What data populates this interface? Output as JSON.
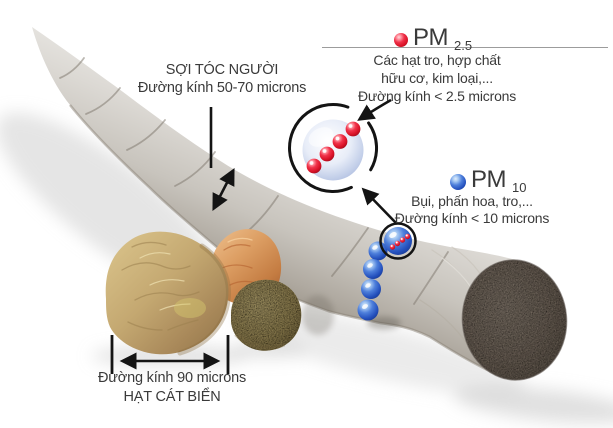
{
  "hair": {
    "label_line1": "SỢI TÓC NGƯỜI",
    "label_line2": "Đường kính 50-70 microns"
  },
  "pm25": {
    "symbol": "PM",
    "subscript": "2.5",
    "desc": [
      "Các hạt tro, hợp chất",
      "hữu cơ, kim loại,...",
      "Đường kính < 2.5 microns"
    ],
    "color": "#e0182a"
  },
  "pm10": {
    "symbol": "PM",
    "subscript": "10",
    "desc": [
      "Bụi, phấn hoa, tro,...",
      "Đường kính < 10 microns"
    ],
    "color": "#2d55c2"
  },
  "sand": {
    "label_line1": "Đường kính 90 microns",
    "label_line2": "HẠT CÁT BIỂN"
  },
  "icons": {
    "pm25_dot": "red-glossy-sphere-icon",
    "pm10_dot": "blue-glossy-sphere-icon",
    "magnifier_large": "zoom-outline-circle-icon",
    "magnifier_small": "zoom-outline-circle-icon",
    "hair_measure": "double-headed-arrow-icon",
    "sand_measure": "double-headed-arrow-icon"
  },
  "colors": {
    "text": "#3a3a3a",
    "divider": "#9c9c9c",
    "arrow": "#141414",
    "hair": "#cfccc6",
    "hair_cut_face": "#8a7d70",
    "sand_grain": "#c6ab74",
    "sand_grain_orange": "#d3925e",
    "background": "#ffffff"
  }
}
